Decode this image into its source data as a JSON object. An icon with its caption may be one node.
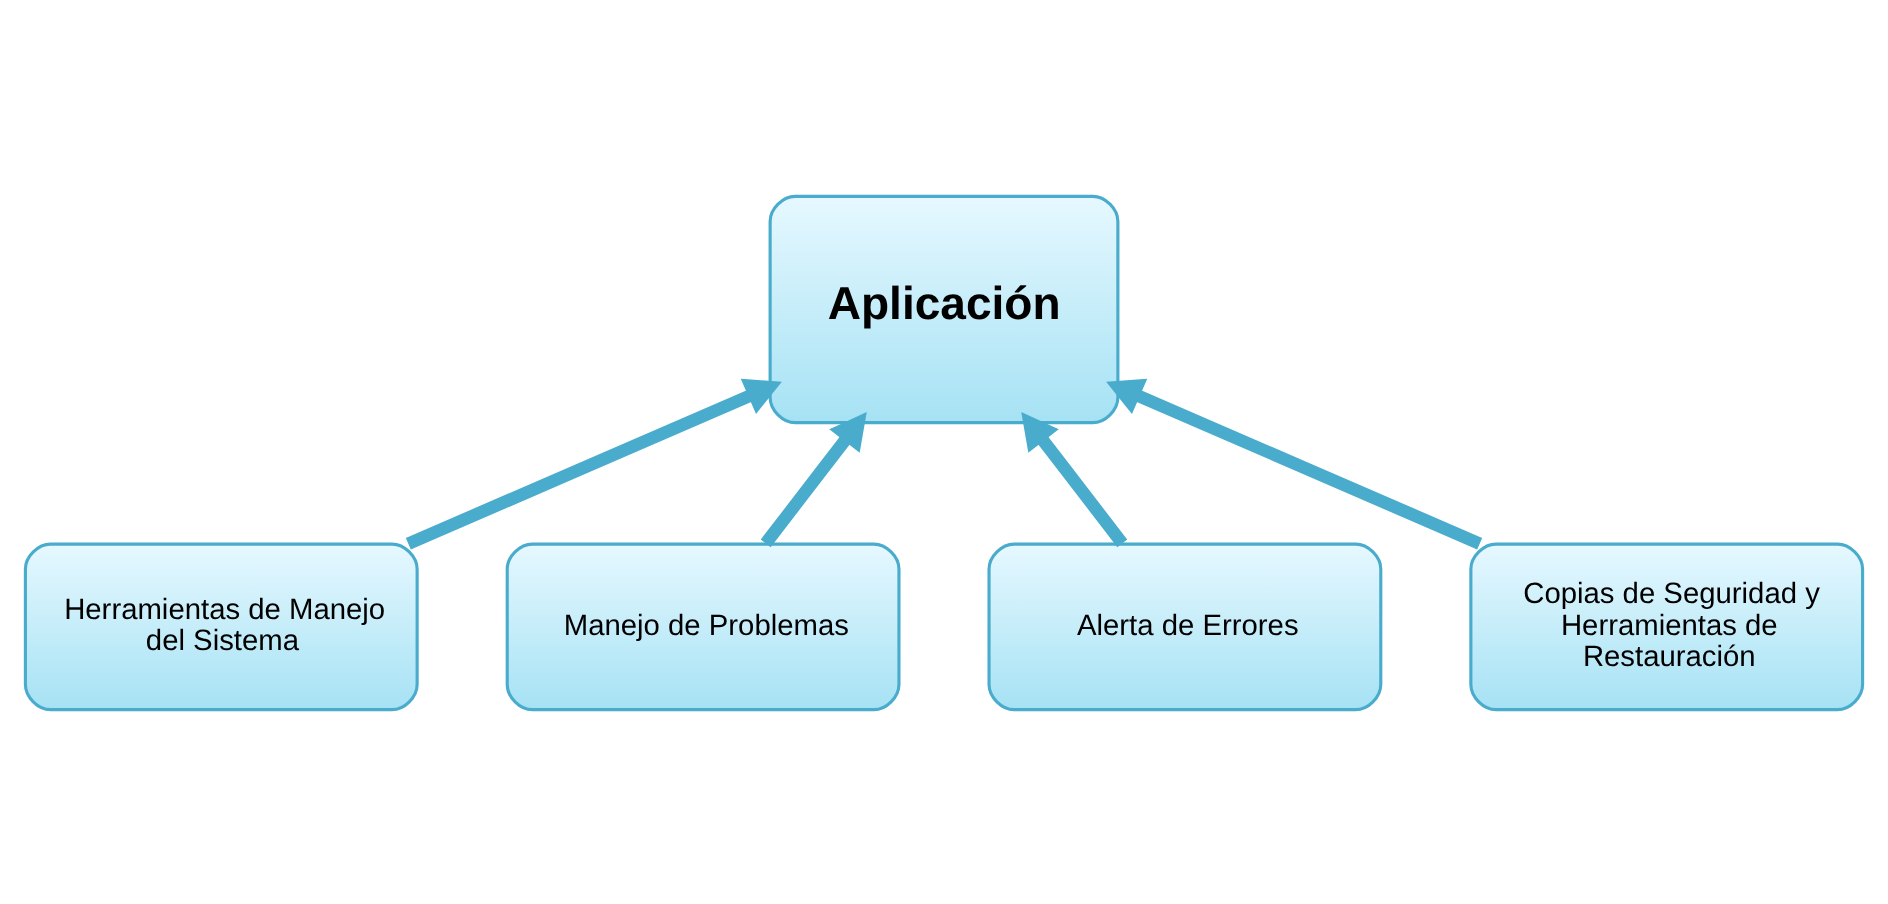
{
  "diagram": {
    "nodes": [
      {
        "text": [
          "Aplicación"
        ]
      },
      {
        "text": [
          "Herramientas de Manejo del Sistema"
        ]
      },
      {
        "text": [
          "Manejo de Problemas"
        ]
      },
      {
        "text": [
          "Alerta de Errores"
        ]
      },
      {
        "text": [
          "Copias de Seguridad y Herramientas de Restauración"
        ]
      }
    ],
    "edges": [
      {
        "from": 1,
        "to": 0,
        "arrow": "to"
      },
      {
        "from": 2,
        "to": 0,
        "arrow": "to"
      },
      {
        "from": 3,
        "to": 0,
        "arrow": "to"
      },
      {
        "from": 4,
        "to": 0,
        "arrow": "to"
      }
    ]
  }
}
